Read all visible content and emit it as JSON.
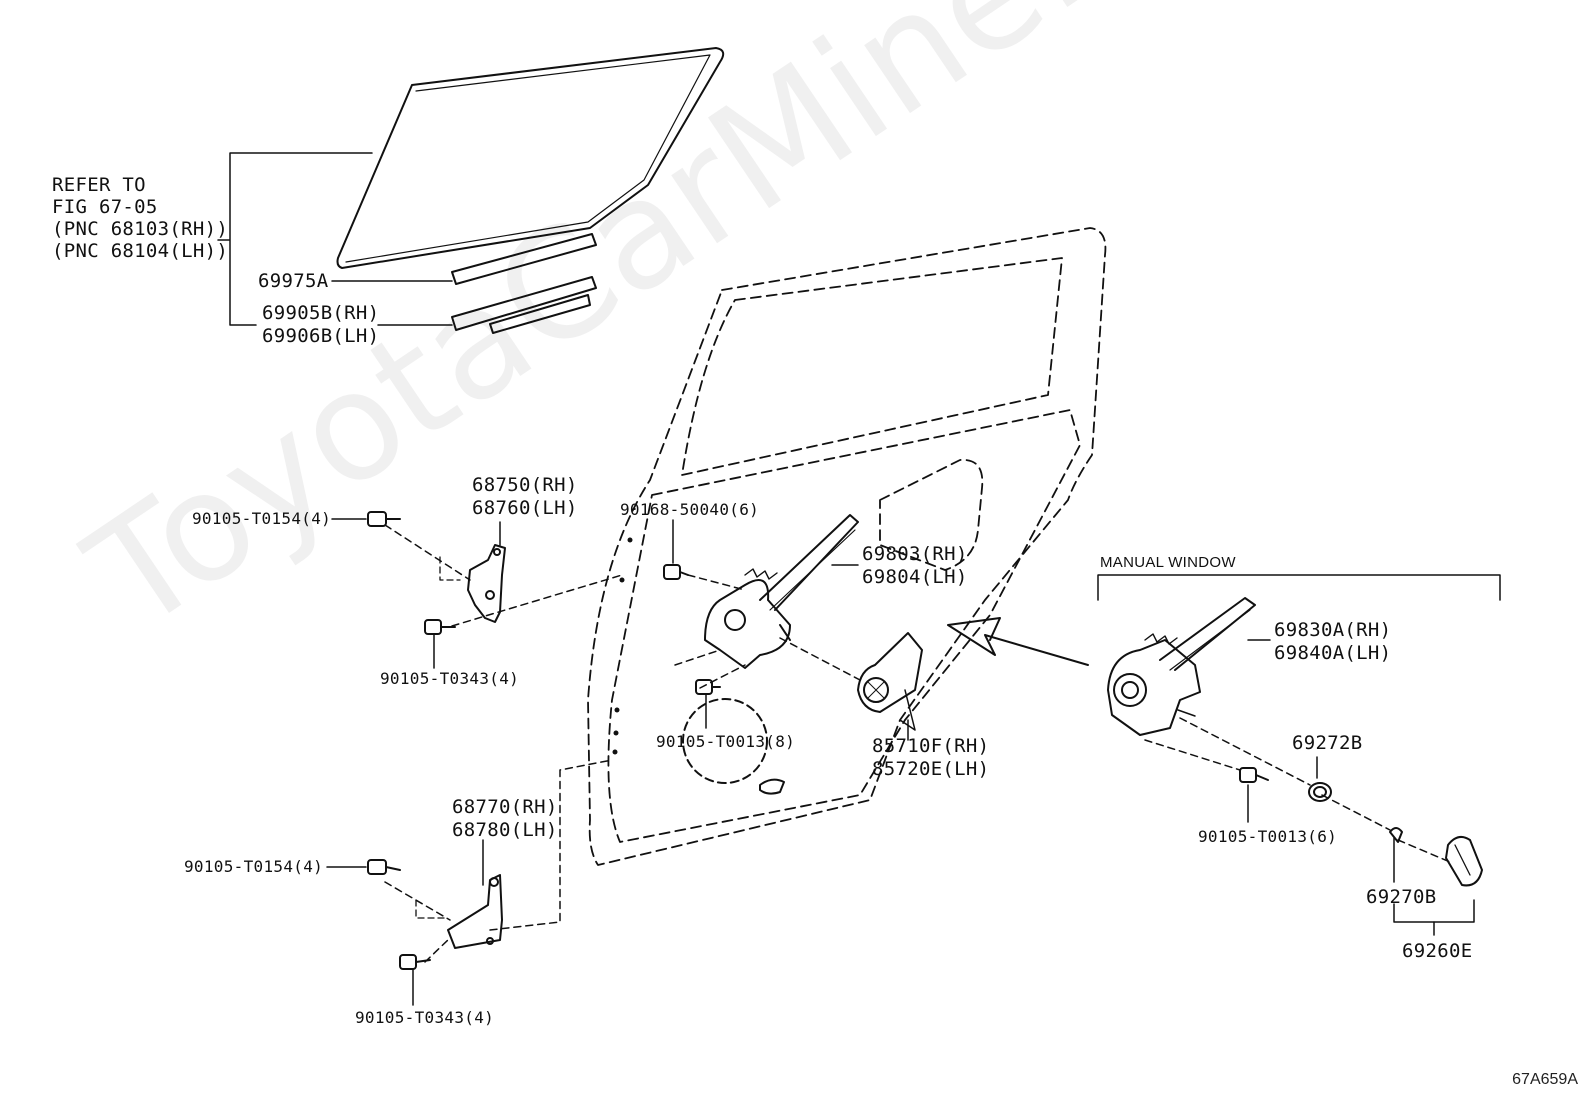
{
  "watermark": "ToyotaCarMine.ru",
  "figure_code": "67A659A",
  "refer_note": [
    "REFER TO",
    "FIG 67-05",
    "(PNC 68103(RH))",
    "(PNC 68104(LH))"
  ],
  "section_title": "MANUAL WINDOW",
  "parts": {
    "p69975A": "69975A",
    "p69905B": "69905B(RH)",
    "p69906B": "69906B(LH)",
    "p68750": "68750(RH)",
    "p68760": "68760(LH)",
    "p90105_T0154_top": "90105-T0154(4)",
    "p90105_T0343_top": "90105-T0343(4)",
    "p90168": "90168-50040(6)",
    "p69803": "69803(RH)",
    "p69804": "69804(LH)",
    "p90105_T0013_8": "90105-T0013(8)",
    "p85710F": "85710F(RH)",
    "p85720E": "85720E(LH)",
    "p68770": "68770(RH)",
    "p68780": "68780(LH)",
    "p90105_T0154_bot": "90105-T0154(4)",
    "p90105_T0343_bot": "90105-T0343(4)",
    "p69830A": "69830A(RH)",
    "p69840A": "69840A(LH)",
    "p69272B": "69272B",
    "p90105_T0013_6": "90105-T0013(6)",
    "p69270B": "69270B",
    "p69260E": "69260E"
  }
}
